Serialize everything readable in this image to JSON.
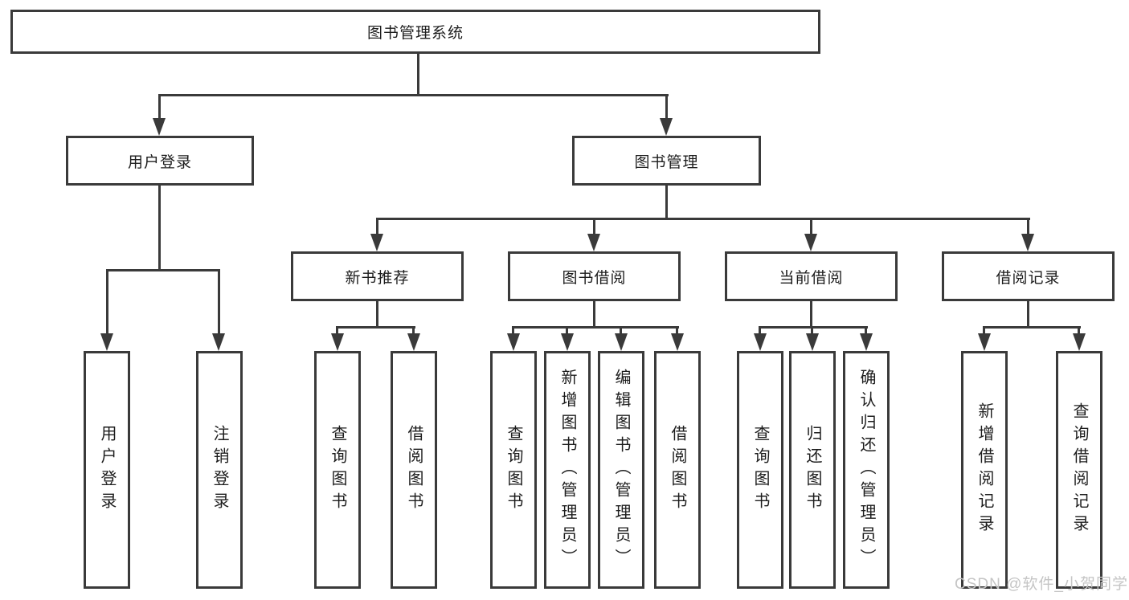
{
  "diagram_title": "图书管理系统",
  "tree": {
    "label": "图书管理系统",
    "children": [
      {
        "label": "用户登录",
        "children": [
          {
            "label": "用户登录"
          },
          {
            "label": "注销登录"
          }
        ]
      },
      {
        "label": "图书管理",
        "children": [
          {
            "label": "新书推荐",
            "children": [
              {
                "label": "查询图书"
              },
              {
                "label": "借阅图书"
              }
            ]
          },
          {
            "label": "图书借阅",
            "children": [
              {
                "label": "查询图书"
              },
              {
                "label": "新增图书（管理员）"
              },
              {
                "label": "编辑图书（管理员）"
              },
              {
                "label": "借阅图书"
              }
            ]
          },
          {
            "label": "当前借阅",
            "children": [
              {
                "label": "查询图书"
              },
              {
                "label": "归还图书"
              },
              {
                "label": "确认归还（管理员）"
              }
            ]
          },
          {
            "label": "借阅记录",
            "children": [
              {
                "label": "新增借阅记录"
              },
              {
                "label": "查询借阅记录"
              }
            ]
          }
        ]
      }
    ]
  },
  "watermark": {
    "text": "CSDN @软件_小贺同学"
  },
  "colors": {
    "line": "#3a3a3a",
    "text": "#1d1d1d",
    "watermark": "#c5c5c5",
    "background": "#ffffff"
  }
}
